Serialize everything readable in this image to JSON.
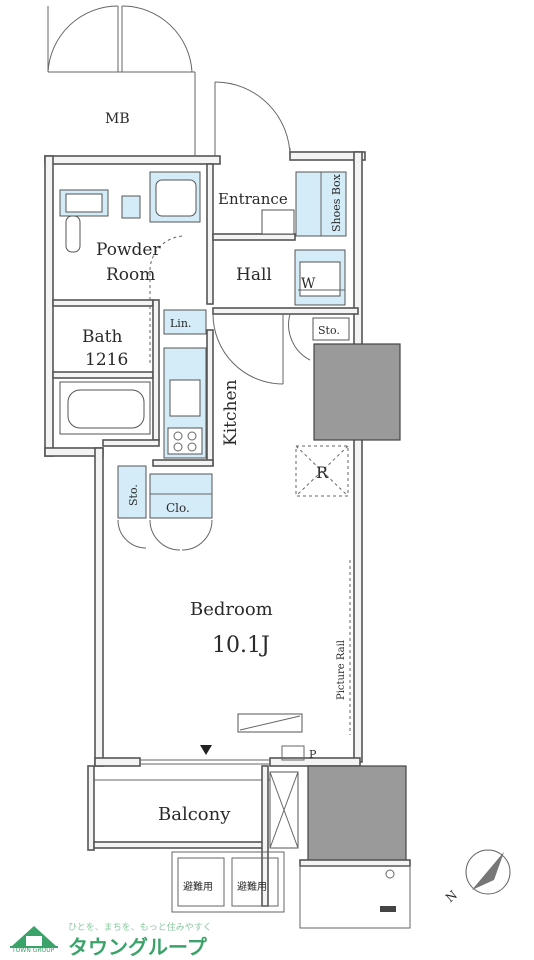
{
  "rooms": {
    "mb": "MB",
    "entrance": "Entrance",
    "shoes_box": "Shoes Box",
    "powder_room_line1": "Powder",
    "powder_room_line2": "Room",
    "hall": "Hall",
    "w": "W",
    "storage_hall": "Sto.",
    "linen": "Lin.",
    "bath_line1": "Bath",
    "bath_line2": "1216",
    "kitchen": "Kitchen",
    "refrigerator": "R",
    "storage_bedroom": "Sto.",
    "closet": "Clo.",
    "bedroom": "Bedroom",
    "bedroom_size": "10.1J",
    "picture_rail": "Picture Rail",
    "pipe_space": "P",
    "balcony": "Balcony",
    "evac_hatch_1": "避難用",
    "evac_hatch_2": "避難用"
  },
  "compass": {
    "label": "N"
  },
  "logo": {
    "tagline": "ひとを、まちを、もっと住みやすく",
    "brand": "タウングループ",
    "mark": "TOWN GROUP"
  },
  "colors": {
    "fixture_blue": "#d3ecf8",
    "wall_fill": "#f4f4f4",
    "dark_area": "#9a9a9a",
    "brand_green": "#3aa36a"
  }
}
